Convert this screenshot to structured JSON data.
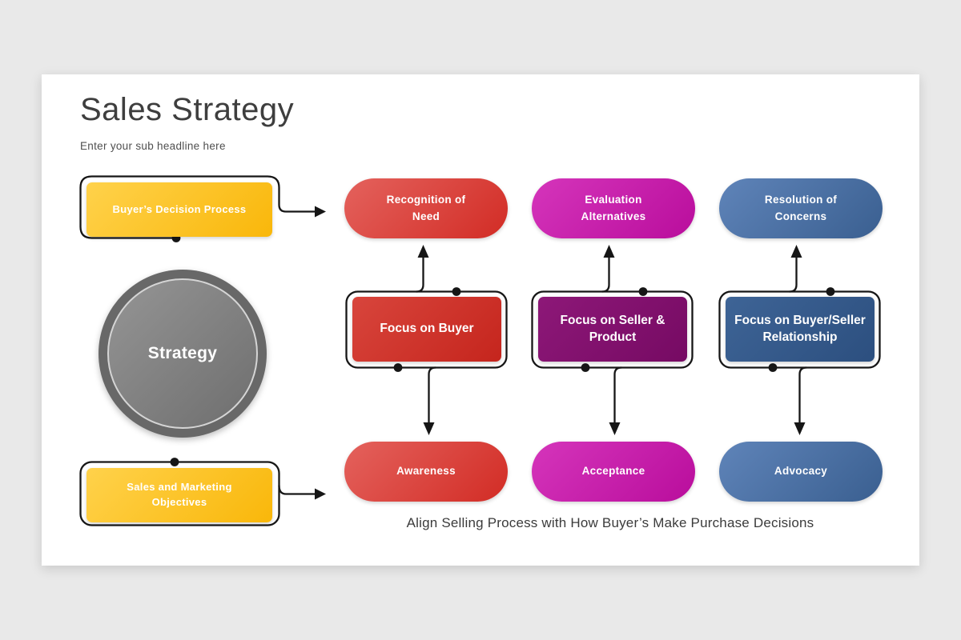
{
  "header": {
    "title": "Sales Strategy",
    "subtitle": "Enter your sub headline here"
  },
  "left_flow": {
    "top_box_label": "Buyer’s Decision Process",
    "circle_label": "Strategy",
    "bottom_box_label": "Sales and Marketing Objectives",
    "box_gradient": [
      "#FFD24B",
      "#F9B70A"
    ],
    "circle_ring": "#686868",
    "circle_gradient": [
      "#959595",
      "#6E6E6E"
    ]
  },
  "columns": [
    {
      "top_label": "Recognition of Need",
      "middle_label": "Focus on Buyer",
      "bottom_label": "Awareness",
      "pill_gradient": [
        "#E4625D",
        "#D22C25"
      ],
      "box_gradient": [
        "#D8453C",
        "#C5251D"
      ]
    },
    {
      "top_label": "Evaluation Alternatives",
      "middle_label": "Focus on Seller & Product",
      "bottom_label": "Acceptance",
      "pill_gradient": [
        "#D535BB",
        "#B90D9C"
      ],
      "box_gradient": [
        "#8D1878",
        "#760A63"
      ]
    },
    {
      "top_label": "Resolution of Concerns",
      "middle_label": "Focus on Buyer/Seller Relationship",
      "bottom_label": "Advocacy",
      "pill_gradient": [
        "#5F84B9",
        "#3A5F90"
      ],
      "box_gradient": [
        "#3E6496",
        "#2C4F7F"
      ]
    }
  ],
  "footer_caption": "Align Selling Process with How Buyer’s Make Purchase Decisions",
  "colors": {
    "page_background": "#e9e9e9",
    "slide_background": "#ffffff",
    "connector_line": "#161616",
    "title_text": "#3e3e3e",
    "caption_text": "#3b3b3b"
  }
}
